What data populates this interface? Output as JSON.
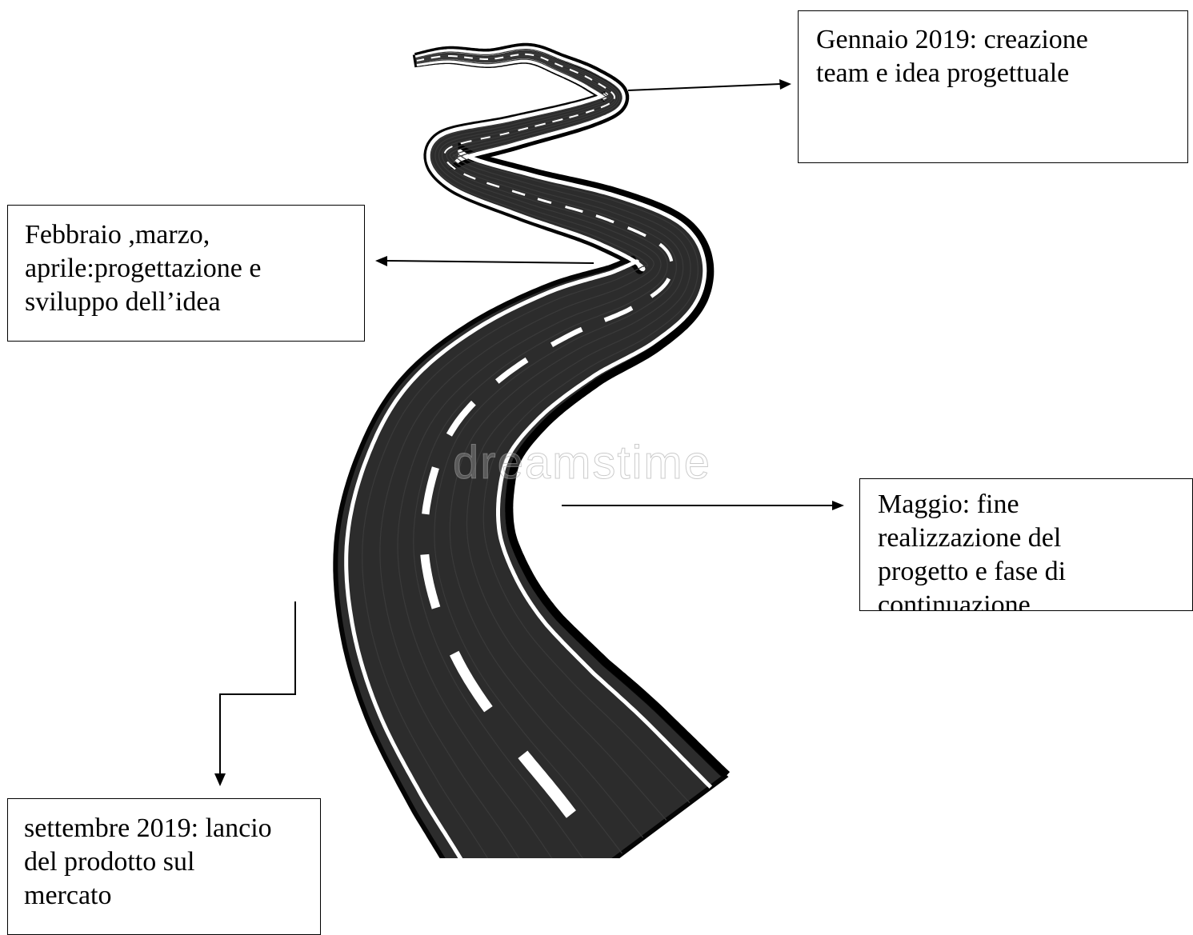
{
  "milestones": {
    "jan": "Gennaio 2019: creazione\nteam e idea progettuale",
    "feb": "Febbraio ,marzo,\naprile:progettazione e\nsviluppo dell’idea",
    "may": "Maggio: fine\nrealizzazione del\nprogetto e fase di\ncontinuazione",
    "sep": "settembre 2019: lancio\ndel prodotto sul\nmercato"
  },
  "watermark": "dreamstime",
  "colors": {
    "asphalt": "#2c2c2c",
    "road_edge": "#0a0a0a",
    "lane_marking": "#ffffff",
    "border": "#000000"
  }
}
